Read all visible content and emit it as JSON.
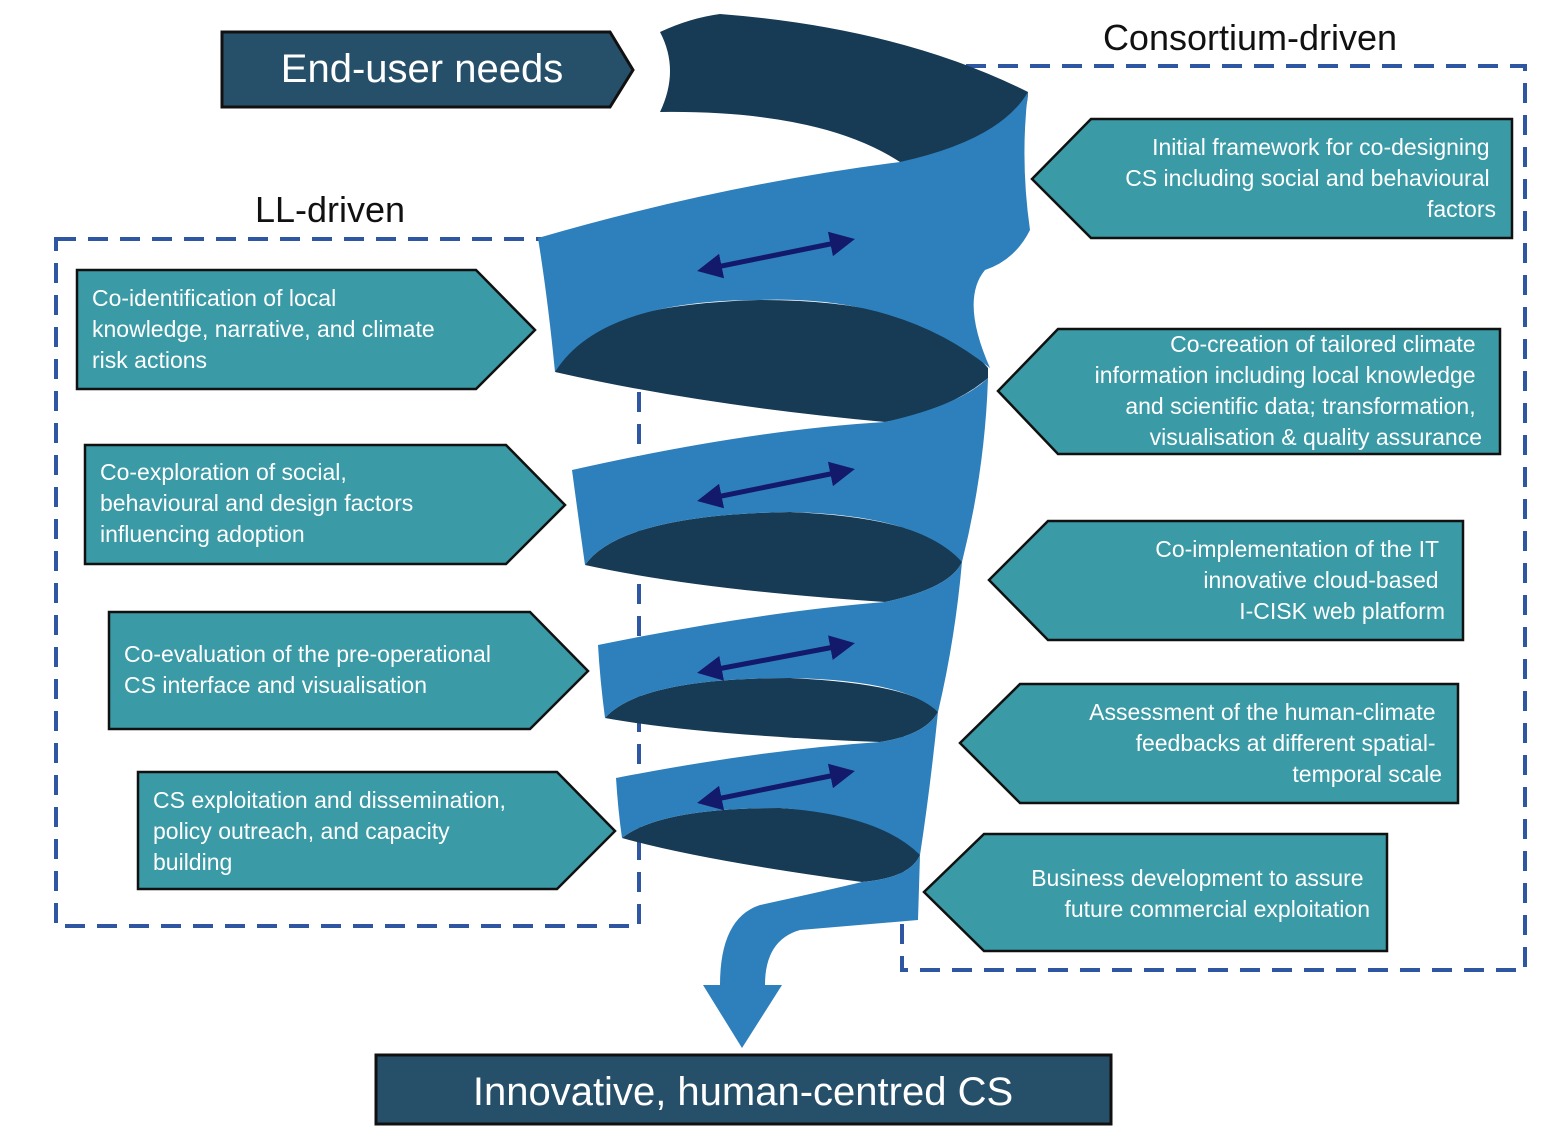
{
  "header": {
    "title": "End-user needs"
  },
  "footer": {
    "title": "Innovative, human-centred CS"
  },
  "groups": {
    "consortium": {
      "label": "Consortium-driven"
    },
    "ll": {
      "label": "LL-driven"
    }
  },
  "left_steps": [
    {
      "lines": [
        "Co-identification of local",
        "knowledge, narrative, and climate",
        "risk actions"
      ]
    },
    {
      "lines": [
        "Co-exploration of social,",
        "behavioural and design factors",
        "influencing adoption"
      ]
    },
    {
      "lines": [
        "Co-evaluation of the pre-operational",
        "CS interface and visualisation"
      ]
    },
    {
      "lines": [
        "CS exploitation and dissemination,",
        "policy outreach, and capacity",
        "building"
      ]
    }
  ],
  "right_steps": [
    {
      "lines": [
        "Initial framework for co-designing",
        "CS including social and behavioural",
        "factors"
      ]
    },
    {
      "lines": [
        "Co-creation of tailored climate",
        "information including local knowledge",
        "and scientific data; transformation,",
        "visualisation & quality assurance"
      ]
    },
    {
      "lines": [
        "Co-implementation of the IT",
        "innovative cloud-based",
        "I-CISK web platform"
      ]
    },
    {
      "lines": [
        "Assessment of the human-climate",
        "feedbacks at different spatial-",
        "temporal scale"
      ]
    },
    {
      "lines": [
        "Business development to assure",
        "future commercial exploitation"
      ]
    }
  ],
  "colors": {
    "box_fill": "#3a9aa6",
    "title_fill": "#26506a",
    "ribbon_front": "#2e80bd",
    "ribbon_back": "#173a55",
    "dash_border": "#2f56a0",
    "arrow": "#13196b"
  }
}
